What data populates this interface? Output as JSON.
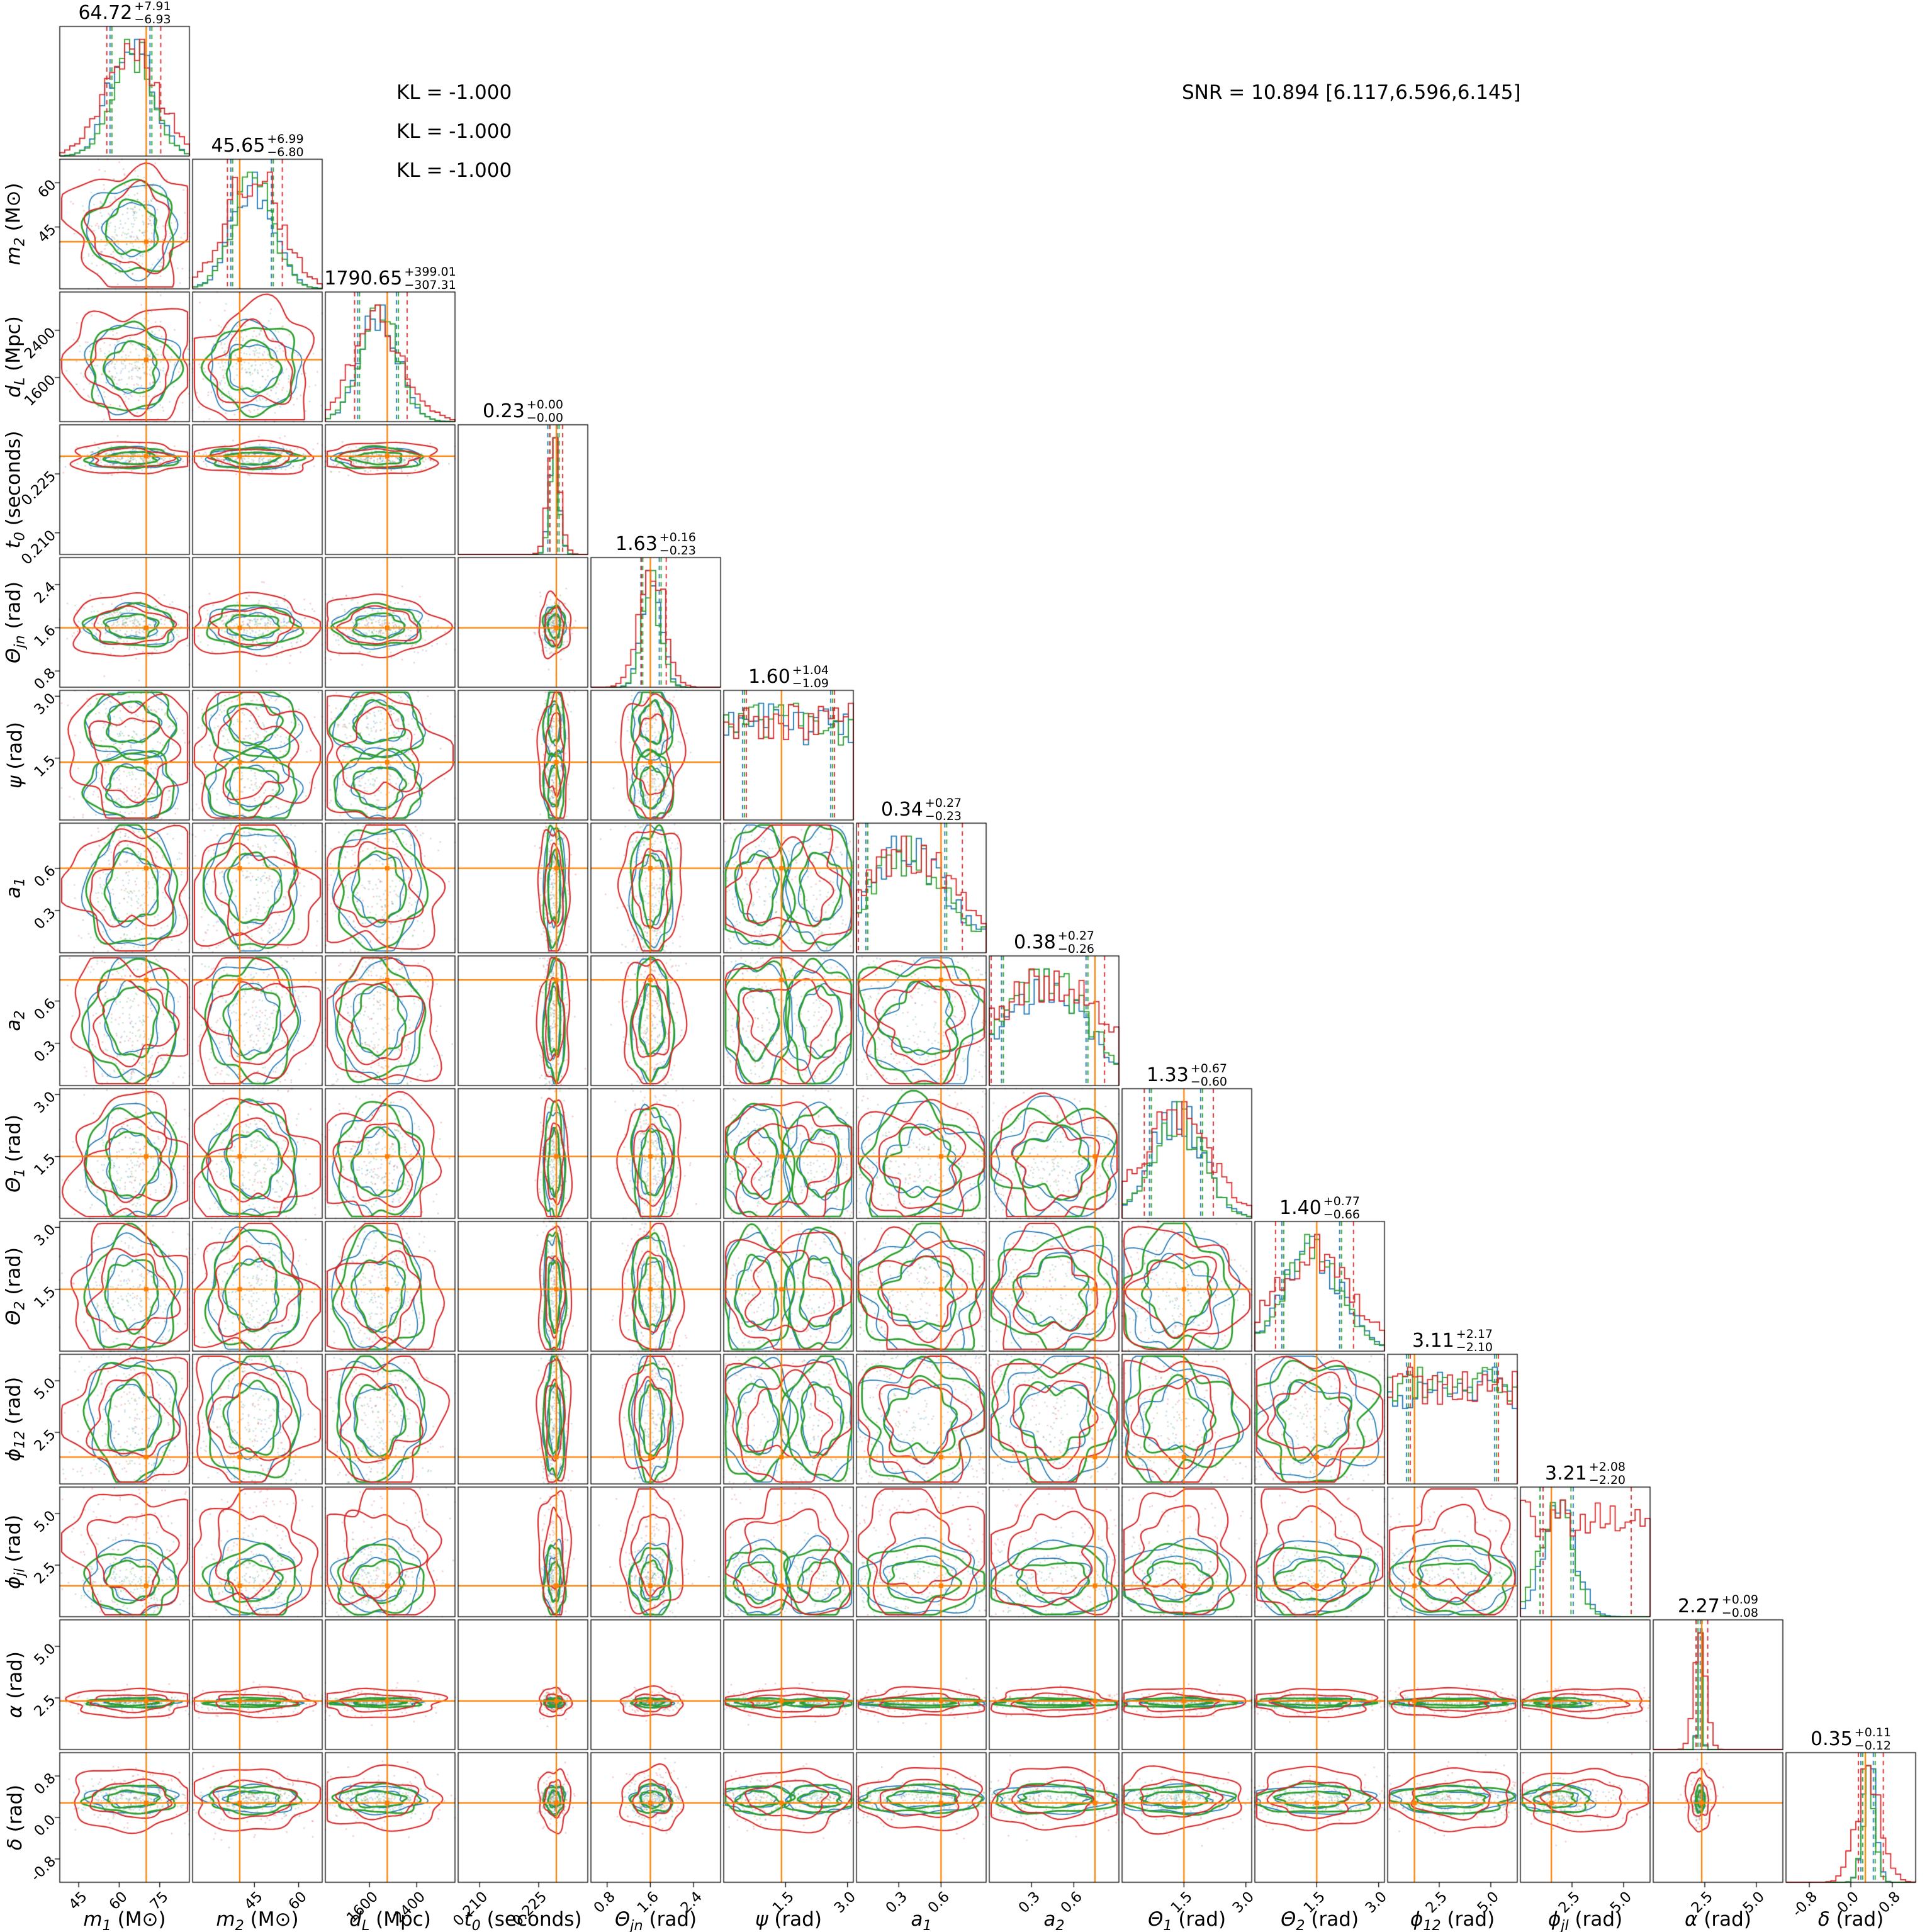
{
  "annotations": {
    "kl": [
      "KL = -1.000",
      "KL = -1.000",
      "KL = -1.000"
    ],
    "snr": "SNR = 10.894 [6.117,6.596,6.145]"
  },
  "chart_data": {
    "type": "corner",
    "n_parameters": 14,
    "kl_divergences": [
      -1.0,
      -1.0,
      -1.0
    ],
    "snr": {
      "network": 10.894,
      "detectors": [
        6.117,
        6.596,
        6.145
      ]
    },
    "datasets": [
      {
        "name": "posterior-blue",
        "color": "#1f77b4"
      },
      {
        "name": "posterior-green",
        "color": "#2ca02c"
      },
      {
        "name": "posterior-red",
        "color": "#d62728"
      }
    ],
    "truth_color": "#ff8000",
    "parameters": [
      {
        "name": "m1",
        "label": {
          "pre": "m",
          "sub": "1",
          "post": " (M⊙)"
        },
        "title": {
          "median": "64.72",
          "plus": "+7.91",
          "minus": "−6.93"
        },
        "range": [
          38,
          86
        ],
        "ticks": [
          "45",
          "60",
          "75"
        ],
        "truth": 70,
        "dist": {
          "kind": "normal",
          "mu": 64.7,
          "sigma": 7.4
        }
      },
      {
        "name": "m2",
        "label": {
          "pre": "m",
          "sub": "2",
          "post": " (M⊙)"
        },
        "title": {
          "median": "45.65",
          "plus": "+6.99",
          "minus": "−6.80"
        },
        "range": [
          24,
          68
        ],
        "ticks": [
          "45",
          "60"
        ],
        "truth": 40,
        "dist": {
          "kind": "normal",
          "mu": 44.5,
          "sigma": 6.9
        }
      },
      {
        "name": "dL",
        "label": {
          "pre": "d",
          "sub": "L",
          "post": " (Mpc)"
        },
        "title": {
          "median": "1790.65",
          "plus": "+399.01",
          "minus": "−307.31"
        },
        "range": [
          850,
          3050
        ],
        "ticks": [
          "1600",
          "2400"
        ],
        "truth": 1900,
        "dist": {
          "kind": "normal",
          "mu": 1760,
          "sigma": 330
        }
      },
      {
        "name": "t0",
        "label": {
          "pre": "t",
          "sub": "0",
          "post": " (seconds)"
        },
        "title": {
          "median": "0.23",
          "plus": "+0.00",
          "minus": "−0.00"
        },
        "range": [
          0.2045,
          0.2375
        ],
        "ticks": [
          "0.210",
          "0.225"
        ],
        "truth": 0.2295,
        "dist": {
          "kind": "normal",
          "mu": 0.229,
          "sigma": 0.0012
        }
      },
      {
        "name": "theta_jn",
        "label": {
          "pre": "Θ",
          "sub": "jn",
          "post": " (rad)"
        },
        "title": {
          "median": "1.63",
          "plus": "+0.16",
          "minus": "−0.23"
        },
        "range": [
          0.5,
          2.9
        ],
        "ticks": [
          "0.8",
          "1.6",
          "2.4"
        ],
        "truth": 1.6,
        "dist": {
          "kind": "normal",
          "mu": 1.63,
          "sigma": 0.17
        }
      },
      {
        "name": "psi",
        "label": {
          "pre": "ψ",
          "sub": "",
          "post": " (rad)"
        },
        "title": {
          "median": "1.60",
          "plus": "+1.04",
          "minus": "−1.09"
        },
        "range": [
          0,
          3.142
        ],
        "ticks": [
          "1.5",
          "3.0"
        ],
        "truth": 1.4,
        "dist": {
          "kind": "flat"
        },
        "contourModes": [
          0.8,
          2.35
        ],
        "modeSigma": 0.42
      },
      {
        "name": "a1",
        "label": {
          "pre": "a",
          "sub": "1",
          "post": ""
        },
        "title": {
          "median": "0.34",
          "plus": "+0.27",
          "minus": "−0.23"
        },
        "range": [
          0,
          0.92
        ],
        "ticks": [
          "0.3",
          "0.6"
        ],
        "truth": 0.6,
        "dist": {
          "kind": "broad",
          "mu": 0.36,
          "sigma": 0.28
        }
      },
      {
        "name": "a2",
        "label": {
          "pre": "a",
          "sub": "2",
          "post": ""
        },
        "title": {
          "median": "0.38",
          "plus": "+0.27",
          "minus": "−0.26"
        },
        "range": [
          0,
          0.92
        ],
        "ticks": [
          "0.3",
          "0.6"
        ],
        "truth": 0.75,
        "dist": {
          "kind": "broad",
          "mu": 0.4,
          "sigma": 0.3
        }
      },
      {
        "name": "theta1",
        "label": {
          "pre": "Θ",
          "sub": "1",
          "post": " (rad)"
        },
        "title": {
          "median": "1.33",
          "plus": "+0.67",
          "minus": "−0.60"
        },
        "range": [
          0,
          3.142
        ],
        "ticks": [
          "1.5",
          "3.0"
        ],
        "truth": 1.5,
        "dist": {
          "kind": "normal",
          "mu": 1.33,
          "sigma": 0.62
        }
      },
      {
        "name": "theta2",
        "label": {
          "pre": "Θ",
          "sub": "2",
          "post": " (rad)"
        },
        "title": {
          "median": "1.40",
          "plus": "+0.77",
          "minus": "−0.66"
        },
        "range": [
          0,
          3.142
        ],
        "ticks": [
          "1.5",
          "3.0"
        ],
        "truth": 1.5,
        "dist": {
          "kind": "normal",
          "mu": 1.4,
          "sigma": 0.7
        }
      },
      {
        "name": "phi12",
        "label": {
          "pre": "ϕ",
          "sub": "12",
          "post": " (rad)"
        },
        "title": {
          "median": "3.11",
          "plus": "+2.17",
          "minus": "−2.10"
        },
        "range": [
          0,
          6.283
        ],
        "ticks": [
          "2.5",
          "5.0"
        ],
        "truth": 1.3,
        "dist": {
          "kind": "flat"
        }
      },
      {
        "name": "phi_jl",
        "label": {
          "pre": "ϕ",
          "sub": "jl",
          "post": " (rad)"
        },
        "title": {
          "median": "3.21",
          "plus": "+2.08",
          "minus": "−2.20"
        },
        "range": [
          0,
          6.283
        ],
        "ticks": [
          "2.5",
          "5.0"
        ],
        "truth": 1.5,
        "dist": {
          "kind": "flat"
        },
        "colorOverride": {
          "green": {
            "kind": "normal",
            "mu": 1.7,
            "sigma": 0.75
          },
          "blue": {
            "kind": "normal",
            "mu": 1.85,
            "sigma": 0.8
          }
        }
      },
      {
        "name": "alpha",
        "label": {
          "pre": "α",
          "sub": "",
          "post": " (rad)"
        },
        "title": {
          "median": "2.27",
          "plus": "+0.09",
          "minus": "−0.08"
        },
        "range": [
          0,
          6.283
        ],
        "ticks": [
          "2.5",
          "5.0"
        ],
        "truth": 2.35,
        "redMul": 2.8,
        "dist": {
          "kind": "normal",
          "mu": 2.27,
          "sigma": 0.1
        }
      },
      {
        "name": "delta",
        "label": {
          "pre": "δ",
          "sub": "",
          "post": " (rad)"
        },
        "title": {
          "median": "0.35",
          "plus": "+0.11",
          "minus": "−0.12"
        },
        "range": [
          -1.25,
          1.25
        ],
        "ticks": [
          "-0.8",
          "0.0",
          "0.8"
        ],
        "truth": 0.28,
        "redMul": 2.0,
        "dist": {
          "kind": "normal",
          "mu": 0.35,
          "sigma": 0.12
        }
      }
    ]
  }
}
